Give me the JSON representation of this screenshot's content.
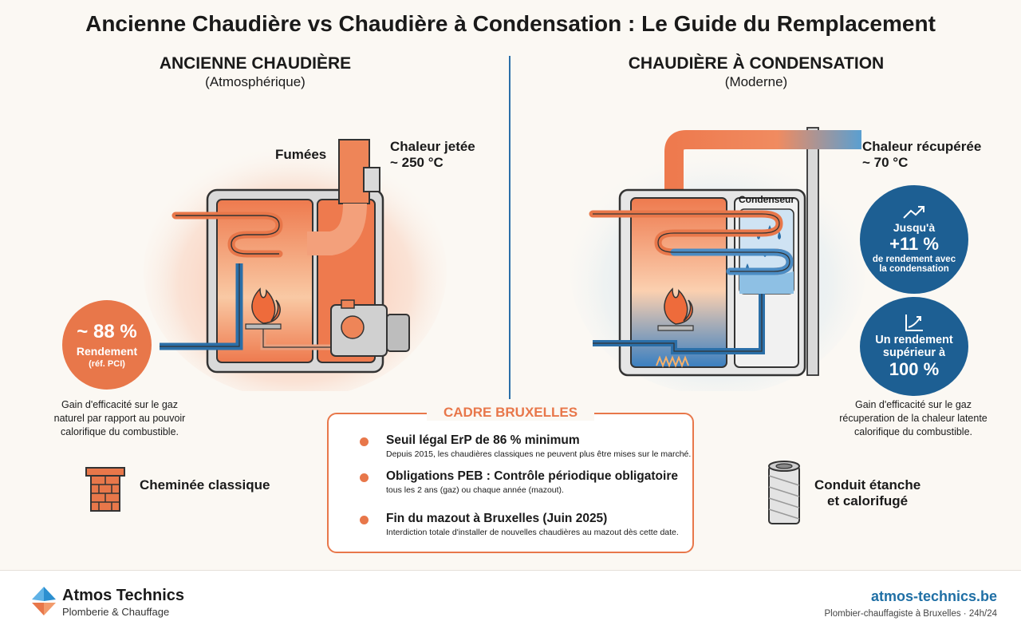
{
  "title": "Ancienne Chaudière vs Chaudière à Condensation : Le Guide du Remplacement",
  "left": {
    "heading": "ANCIENNE CHAUDIÈRE",
    "subheading": "(Atmosphérique)",
    "fumes_label": "Fumées",
    "heat_label_line1": "Chaleur jetée",
    "heat_label_line2": "~ 250 °C",
    "yield_value": "~ 88 %",
    "yield_label": "Rendement",
    "yield_ref": "(réf. PCI)",
    "caption_line1": "Gain d'efficacité sur le gaz",
    "caption_line2": "naturel par rapport au pouvoir",
    "caption_line3": "calorifique du combustible.",
    "chimney_label": "Cheminée classique"
  },
  "right": {
    "heading": "CHAUDIÈRE À CONDENSATION",
    "subheading": "(Moderne)",
    "condenser_label": "Condenseur",
    "heat_label_line1": "Chaleur récupérée",
    "heat_label_line2": "~ 70 °C",
    "badge1_line1": "Jusqu'à",
    "badge1_value": "+11 %",
    "badge1_line2": "de rendement avec",
    "badge1_line3": "la condensation",
    "badge2_line1": "Un rendement",
    "badge2_line2": "supérieur à",
    "badge2_value": "100 %",
    "caption_line1": "Gain d'efficacité sur le gaz",
    "caption_line2": "récuperation de la chaleur latente",
    "caption_line3": "calorifique du combustible.",
    "duct_label_line1": "Conduit étanche",
    "duct_label_line2": "et calorifugé"
  },
  "cadre": {
    "title": "CADRE BRUXELLES",
    "items": [
      {
        "title": "Seuil légal ErP de 86 % minimum",
        "text": "Depuis 2015, les chaudières classiques ne peuvent plus être mises sur le marché."
      },
      {
        "title": "Obligations PEB : Contrôle périodique obligatoire",
        "text": "tous les 2 ans (gaz) ou chaque année (mazout)."
      },
      {
        "title": "Fin du mazout à Bruxelles (Juin 2025)",
        "text": "Interdiction totale d'installer de nouvelles chaudières au mazout dès cette date."
      }
    ]
  },
  "footer": {
    "brand": "Atmos Technics",
    "tagline": "Plomberie & Chauffage",
    "website": "atmos-technics.be",
    "service": "Plombier-chauffagiste à Bruxelles · 24h/24"
  },
  "colors": {
    "orange": "#e8774a",
    "blue": "#1f6fa5",
    "dark_blue": "#1d5f93"
  }
}
